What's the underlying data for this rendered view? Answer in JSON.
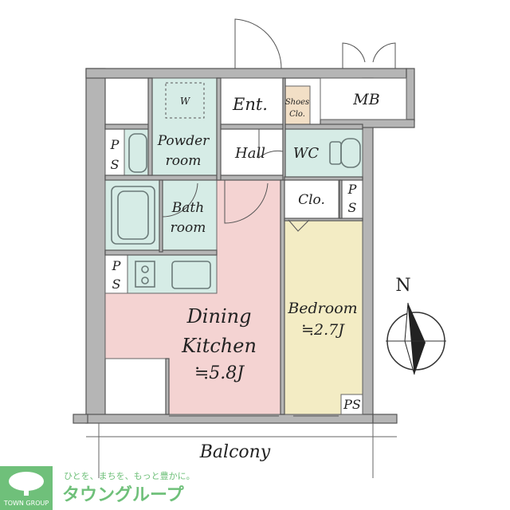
{
  "rooms": {
    "entrance": "Ent.",
    "shoes_closet_line1": "Shoes",
    "shoes_closet_line2": "Clo.",
    "meter_box": "MB",
    "powder_room_line1": "Powder",
    "powder_room_line2": "room",
    "washer_mark": "W",
    "hall": "Hall",
    "wc": "WC",
    "closet": "Clo.",
    "bath_line1": "Bath",
    "bath_line2": "room",
    "dining_line1": "Dining",
    "dining_line2": "Kitchen",
    "dining_size": "≒5.8J",
    "bedroom": "Bedroom",
    "bedroom_size": "≒2.7J",
    "balcony": "Balcony",
    "ps_p": "P",
    "ps_s": "S",
    "ps_combined": "PS"
  },
  "compass": {
    "north_label": "N"
  },
  "brand": {
    "tagline": "ひとを、まちを、もっと豊かに。",
    "name_jp": "タウングループ",
    "name_en": "TOWN GROUP"
  },
  "colors": {
    "dining": "#f4d3d2",
    "bedroom": "#f3ecc4",
    "wet": "#d6ece6",
    "hall": "#ffffff",
    "shoes": "#f2dfc6",
    "wall": "#b5b5b5",
    "brand_green": "#6fc07a"
  }
}
